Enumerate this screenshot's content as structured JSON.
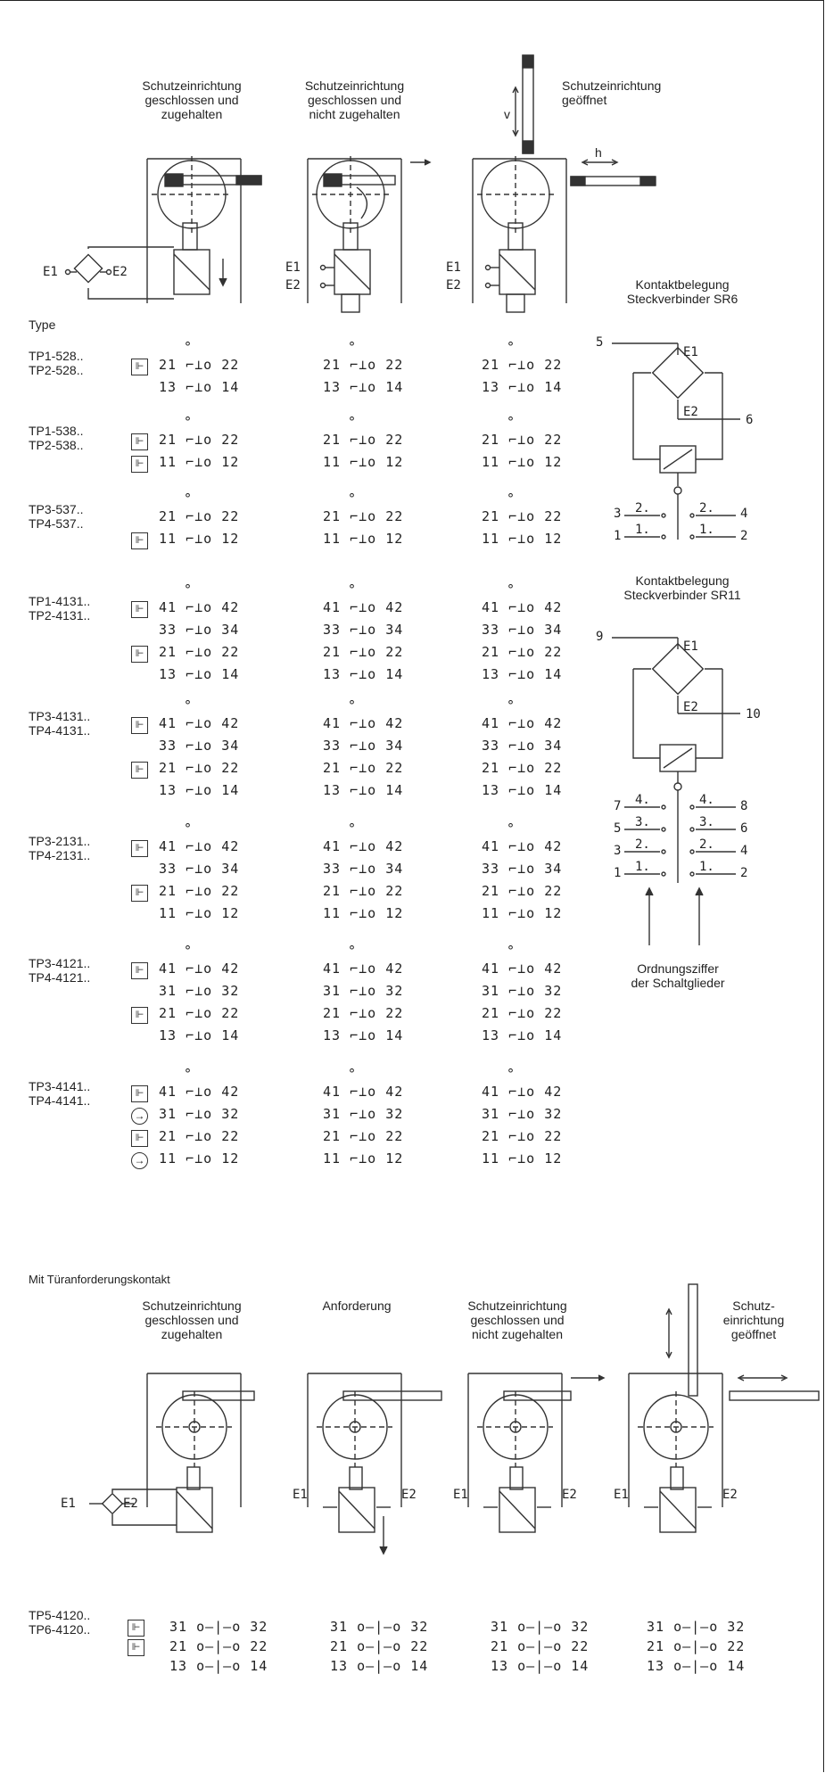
{
  "top": {
    "headers": [
      "Schutzeinrichtung\ngeschlossen und\nzugehalten",
      "Schutzeinrichtung\ngeschlossen und\nnicht zugehalten",
      "Schutzeinrichtung\ngeöffnet"
    ],
    "v_label": "v",
    "h_label": "h",
    "e1": "E1",
    "e2": "E2",
    "type_heading": "Type",
    "types": [
      "TP1-528..\nTP2-528..",
      "TP1-538..\nTP2-538..",
      "TP3-537..\nTP4-537..",
      "TP1-4131..\nTP2-4131..",
      "TP3-4131..\nTP4-4131..",
      "TP3-2131..\nTP4-2131..",
      "TP3-4121..\nTP4-4121..",
      "TP3-4141..\nTP4-4141.."
    ]
  },
  "contacts": {
    "c21_22": [
      "21",
      "22"
    ],
    "c13_14": [
      "13",
      "14"
    ],
    "c11_12": [
      "11",
      "12"
    ],
    "c41_42": [
      "41",
      "42"
    ],
    "c33_34": [
      "33",
      "34"
    ],
    "c31_32": [
      "31",
      "32"
    ]
  },
  "sr6": {
    "title": "Kontaktbelegung\nSteckverbinder SR6",
    "pins": [
      "5",
      "6",
      "3",
      "4",
      "1",
      "2"
    ],
    "labels": [
      "E1",
      "E2",
      "2.",
      "2.",
      "1.",
      "1."
    ]
  },
  "sr11": {
    "title": "Kontaktbelegung\nSteckverbinder SR11",
    "pins": [
      "9",
      "10",
      "7",
      "8",
      "5",
      "6",
      "3",
      "4",
      "1",
      "2"
    ],
    "labels": [
      "E1",
      "E2",
      "4.",
      "4.",
      "3.",
      "3.",
      "2.",
      "2.",
      "1.",
      "1."
    ],
    "caption": "Ordnungsziffer\nder Schaltglieder"
  },
  "bottom": {
    "section_title": "Mit Türanforderungskontakt",
    "headers": [
      "Schutzeinrichtung\ngeschlossen und\nzugehalten",
      "Anforderung",
      "Schutzeinrichtung\ngeschlossen und\nnicht zugehalten",
      "Schutz-\neinrichtung\ngeöffnet"
    ],
    "type": "TP5-4120..\nTP6-4120.."
  }
}
